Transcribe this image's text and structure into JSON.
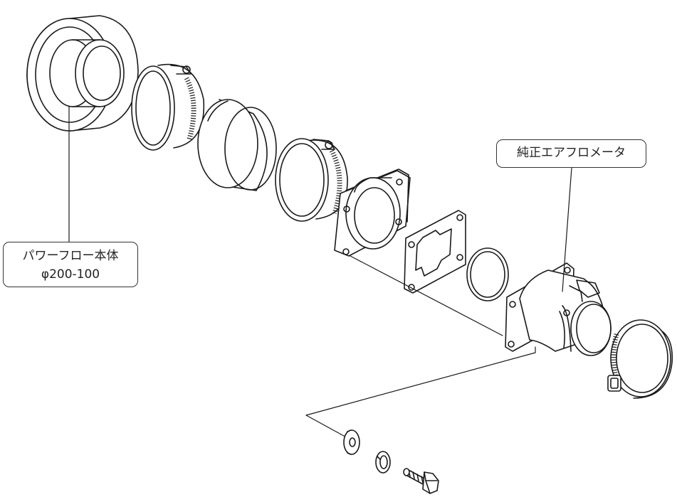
{
  "labels": {
    "power_flow_body_line1": "パワーフロー本体",
    "power_flow_body_line2": "φ200-100",
    "oem_airflow_meter": "純正エアフロメータ"
  },
  "colors": {
    "line": "#1a1a1a",
    "border": "#333333",
    "text": "#222222",
    "background": "#ffffff"
  }
}
